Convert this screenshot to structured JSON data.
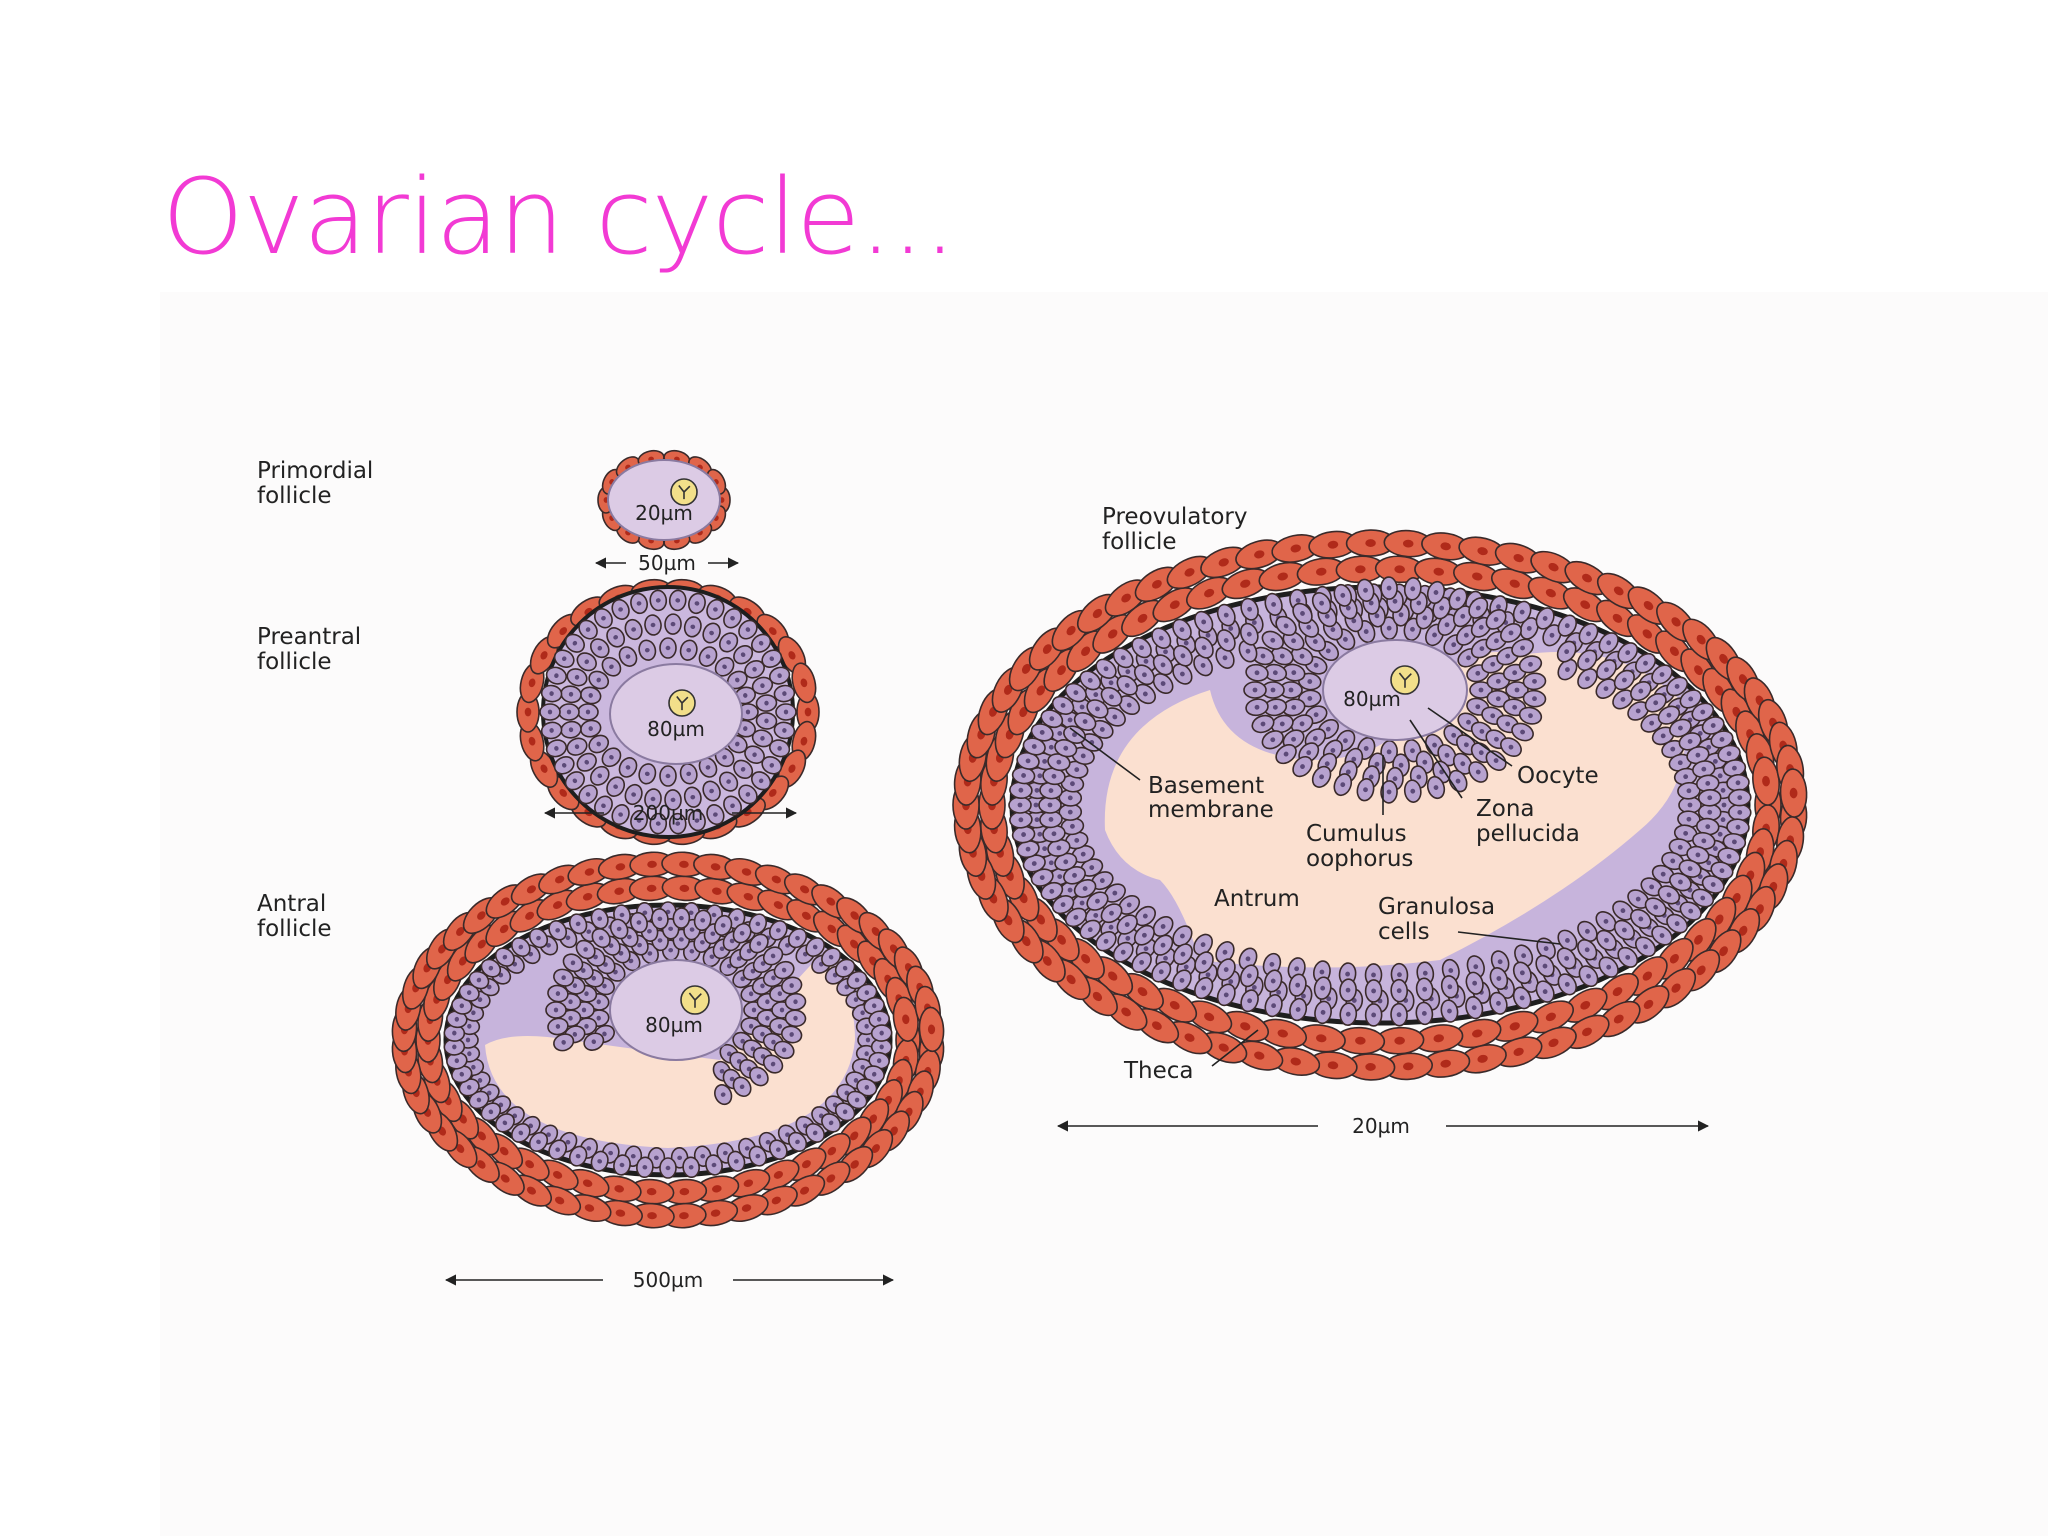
{
  "slide": {
    "title": "Ovarian cycle..."
  },
  "colors": {
    "title": "#f23ad4",
    "theca_cell": "#e0654a",
    "theca_nucleus": "#b02a1a",
    "granulosa_cell": "#b7a2cf",
    "granulosa_nucleus": "#5c4a78",
    "oocyte": "#dccbe5",
    "antrum": "#fadccb",
    "nucleus_yellow": "#f2df8a",
    "membrane": "#1e1e1e"
  },
  "stages": [
    {
      "name_line1": "Primordial",
      "name_line2": "follicle",
      "oocyte_size": "20µm",
      "diameter": "50µm"
    },
    {
      "name_line1": "Preantral",
      "name_line2": "follicle",
      "oocyte_size": "80µm",
      "diameter": "200µm"
    },
    {
      "name_line1": "Antral",
      "name_line2": "follicle",
      "oocyte_size": "80µm",
      "diameter": "500µm"
    },
    {
      "name_line1": "Preovulatory",
      "name_line2": "follicle",
      "oocyte_size": "80µm",
      "diameter": "20µm"
    }
  ],
  "labels": {
    "basement_line1": "Basement",
    "basement_line2": "membrane",
    "oocyte": "Oocyte",
    "zona_line1": "Zona",
    "zona_line2": "pellucida",
    "cumulus_line1": "Cumulus",
    "cumulus_line2": "oophorus",
    "antrum": "Antrum",
    "granulosa_line1": "Granulosa",
    "granulosa_line2": "cells",
    "theca": "Theca"
  }
}
